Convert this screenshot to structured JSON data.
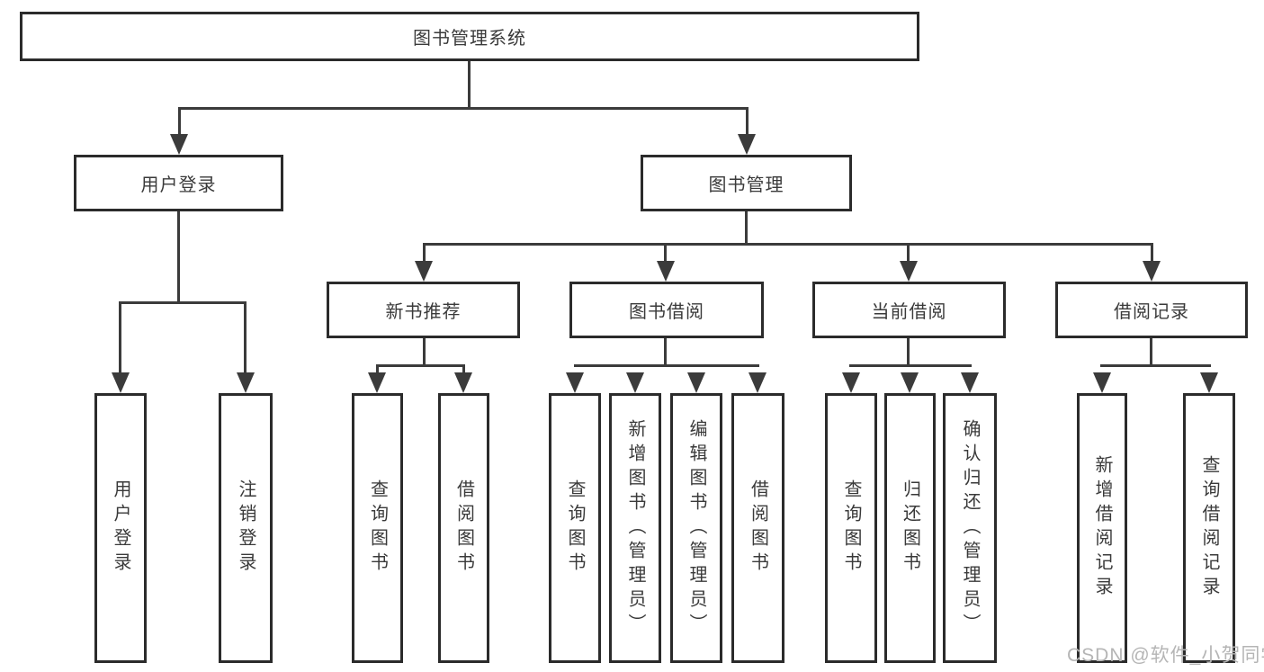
{
  "diagram": {
    "type": "hierarchy-tree",
    "colors": {
      "line": "#3b3b3b",
      "box_border": "#2b2b2b",
      "text": "#3a3a3a",
      "background": "#ffffff",
      "watermark": "#b5b5b5"
    },
    "root": {
      "label": "图书管理系统"
    },
    "level2": [
      {
        "label": "用户登录"
      },
      {
        "label": "图书管理"
      }
    ],
    "level3": [
      {
        "label": "新书推荐",
        "parent": "图书管理"
      },
      {
        "label": "图书借阅",
        "parent": "图书管理"
      },
      {
        "label": "当前借阅",
        "parent": "图书管理"
      },
      {
        "label": "借阅记录",
        "parent": "图书管理"
      }
    ],
    "leaves": [
      {
        "label": "用户登录",
        "parent": "用户登录"
      },
      {
        "label": "注销登录",
        "parent": "用户登录"
      },
      {
        "label": "查询图书",
        "parent": "新书推荐"
      },
      {
        "label": "借阅图书",
        "parent": "新书推荐"
      },
      {
        "label": "查询图书",
        "parent": "图书借阅"
      },
      {
        "label": "新增图书（管理员）",
        "parent": "图书借阅"
      },
      {
        "label": "编辑图书（管理员）",
        "parent": "图书借阅"
      },
      {
        "label": "借阅图书",
        "parent": "图书借阅"
      },
      {
        "label": "查询图书",
        "parent": "当前借阅"
      },
      {
        "label": "归还图书",
        "parent": "当前借阅"
      },
      {
        "label": "确认归还（管理员）",
        "parent": "当前借阅"
      },
      {
        "label": "新增借阅记录",
        "parent": "借阅记录"
      },
      {
        "label": "查询借阅记录",
        "parent": "借阅记录"
      }
    ],
    "watermark": {
      "text": "CSDN @软件_小贺同学"
    }
  }
}
